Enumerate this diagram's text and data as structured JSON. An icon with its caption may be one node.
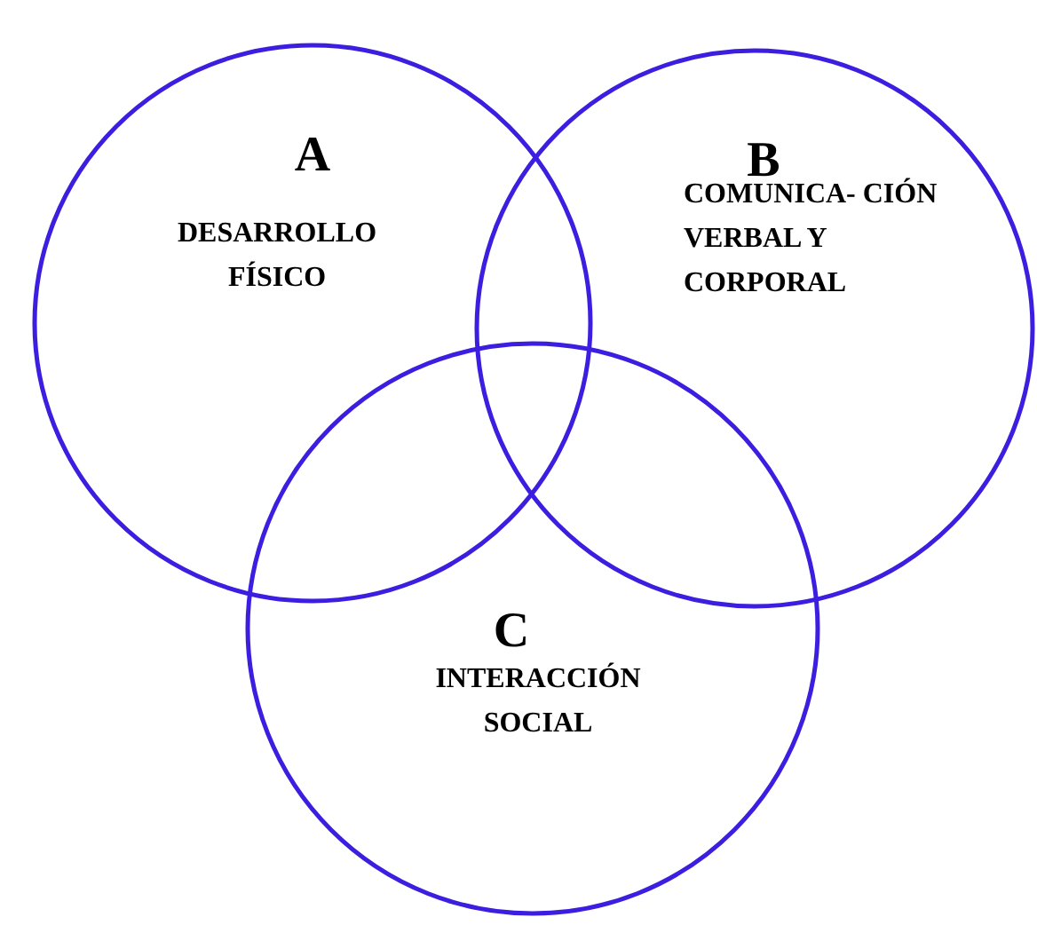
{
  "diagram": {
    "nodes": [
      {
        "text": [
          "A",
          "DESARROLLO FÍSICO"
        ]
      },
      {
        "text": [
          "B",
          "COMUNICA- CIÓN VERBAL Y CORPORAL"
        ]
      },
      {
        "text": [
          "C",
          "INTERACCIÓN SOCIAL"
        ]
      }
    ]
  }
}
